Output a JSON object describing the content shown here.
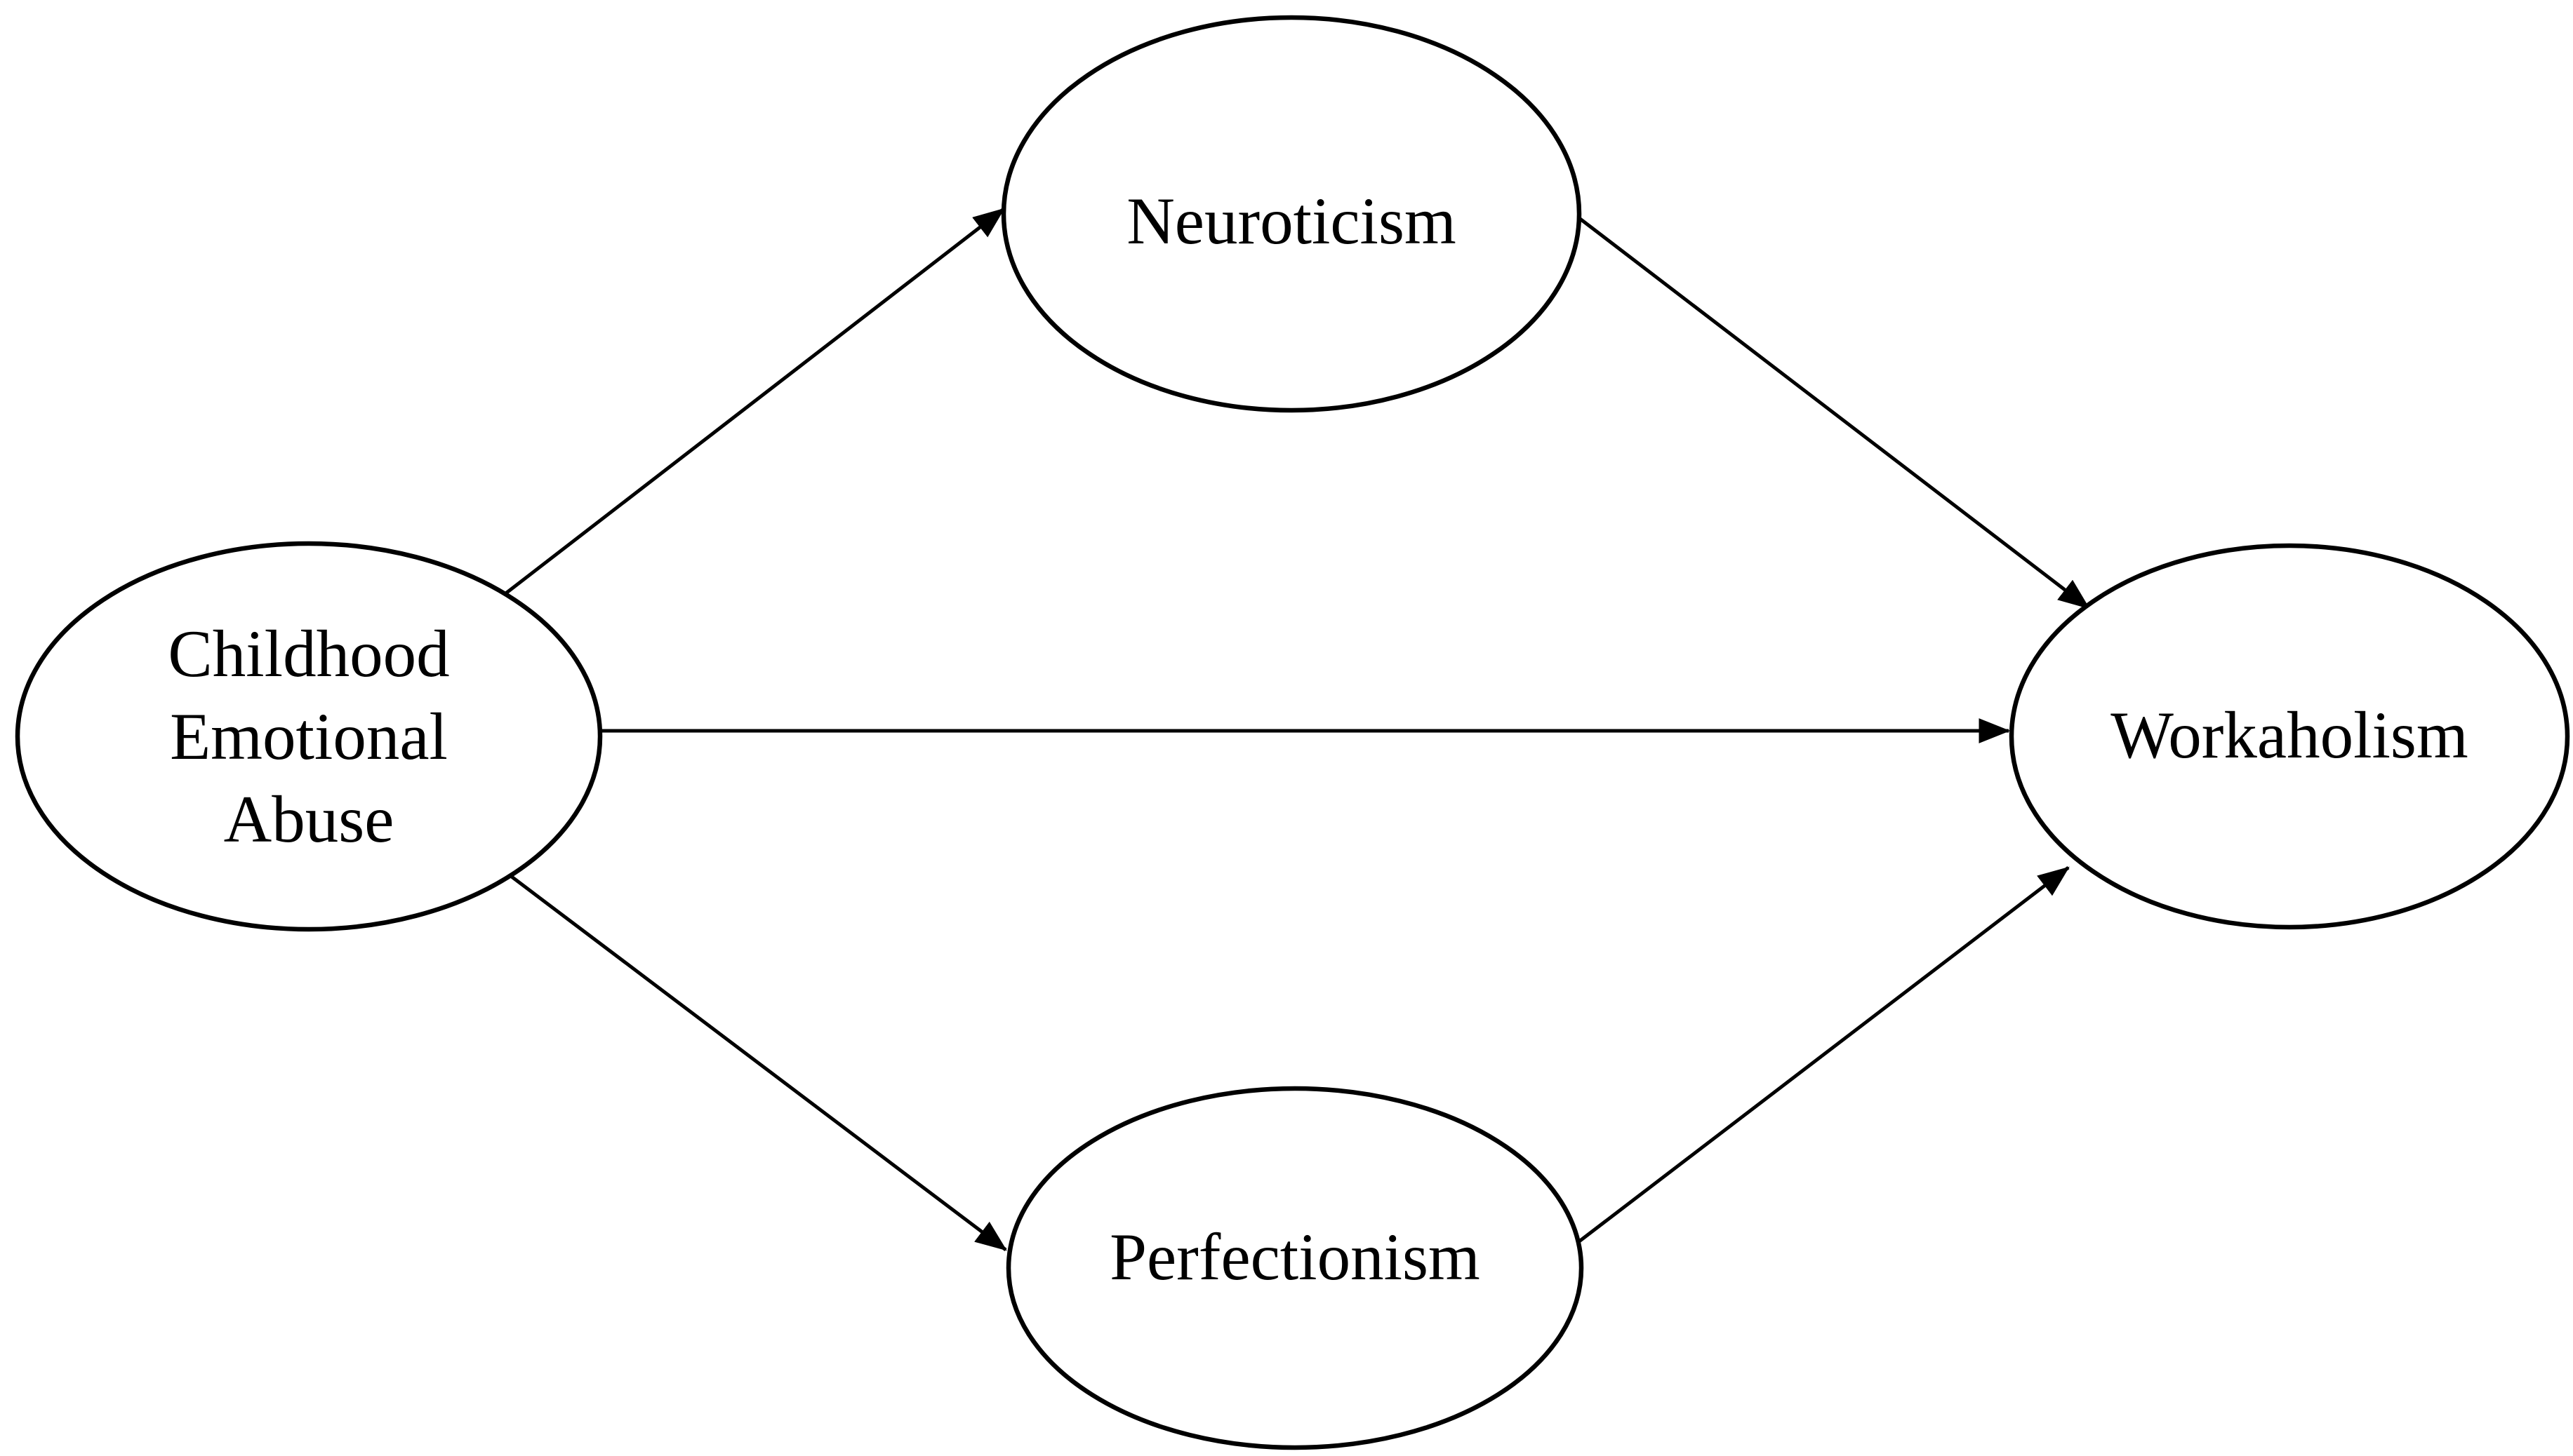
{
  "diagram": {
    "background_color": "#ffffff",
    "line_color": "#000000",
    "text_color": "#000000",
    "nodes": [
      {
        "id": "childhood-emotional-abuse",
        "label": "Childhood Emotional Abuse",
        "lines": [
          "Childhood",
          "Emotional",
          "Abuse"
        ],
        "shape": "ellipse"
      },
      {
        "id": "neuroticism",
        "label": "Neuroticism",
        "shape": "ellipse"
      },
      {
        "id": "perfectionism",
        "label": "Perfectionism",
        "shape": "ellipse"
      },
      {
        "id": "workaholism",
        "label": "Workaholism",
        "shape": "ellipse"
      }
    ],
    "edges": [
      {
        "id": "cea-to-neuroticism",
        "from": "Childhood Emotional Abuse",
        "to": "Neuroticism",
        "style": "arrow"
      },
      {
        "id": "cea-to-workaholism",
        "from": "Childhood Emotional Abuse",
        "to": "Workaholism",
        "style": "arrow"
      },
      {
        "id": "cea-to-perfectionism",
        "from": "Childhood Emotional Abuse",
        "to": "Perfectionism",
        "style": "arrow"
      },
      {
        "id": "neuroticism-to-workaholism",
        "from": "Neuroticism",
        "to": "Workaholism",
        "style": "arrow"
      },
      {
        "id": "perfectionism-to-workaholism",
        "from": "Perfectionism",
        "to": "Workaholism",
        "style": "arrow"
      }
    ]
  }
}
